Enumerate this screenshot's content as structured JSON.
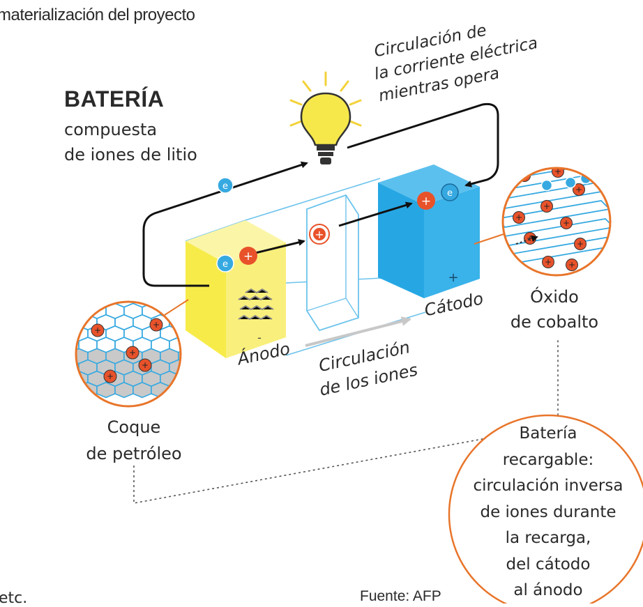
{
  "header": {
    "partial_title": "materialización del proyecto"
  },
  "battery": {
    "title": "BATERÍA",
    "subtitle_lines": [
      "compuesta",
      "de iones de litio"
    ]
  },
  "labels": {
    "current_flow": [
      "Circulación de",
      "la corriente eléctrica",
      "mientras opera"
    ],
    "anode": "Ánodo",
    "cathode": "Cátodo",
    "ion_flow": [
      "Circulación",
      "de los iones"
    ],
    "cobalt_oxide": [
      "Óxido",
      "de cobalto"
    ],
    "petroleum_coke": [
      "Coque",
      "de petróleo"
    ],
    "recharge_note": [
      "Batería",
      "recargable:",
      "circulación inversa",
      "de iones durante",
      "la recarga,",
      "del cátodo",
      "al ánodo"
    ],
    "source": "Fuente: AFP",
    "partial_left_text": "etc."
  },
  "symbols": {
    "electron": "e",
    "positive": "+",
    "negative": "-"
  },
  "colors": {
    "anode_yellow": "#f7eb4a",
    "cathode_blue": "#26a7e4",
    "ion_red": "#e8522a",
    "electron_blue": "#36a9e1",
    "circle_outline": "#e8752a",
    "bulb_yellow": "#f6e84a",
    "ray_yellow": "#f3d23a"
  },
  "icons": {
    "light_bulb": "light-bulb-icon",
    "graphite_lattice": "hexagon-lattice-icon",
    "cobalt_layers": "layered-oxide-icon"
  }
}
